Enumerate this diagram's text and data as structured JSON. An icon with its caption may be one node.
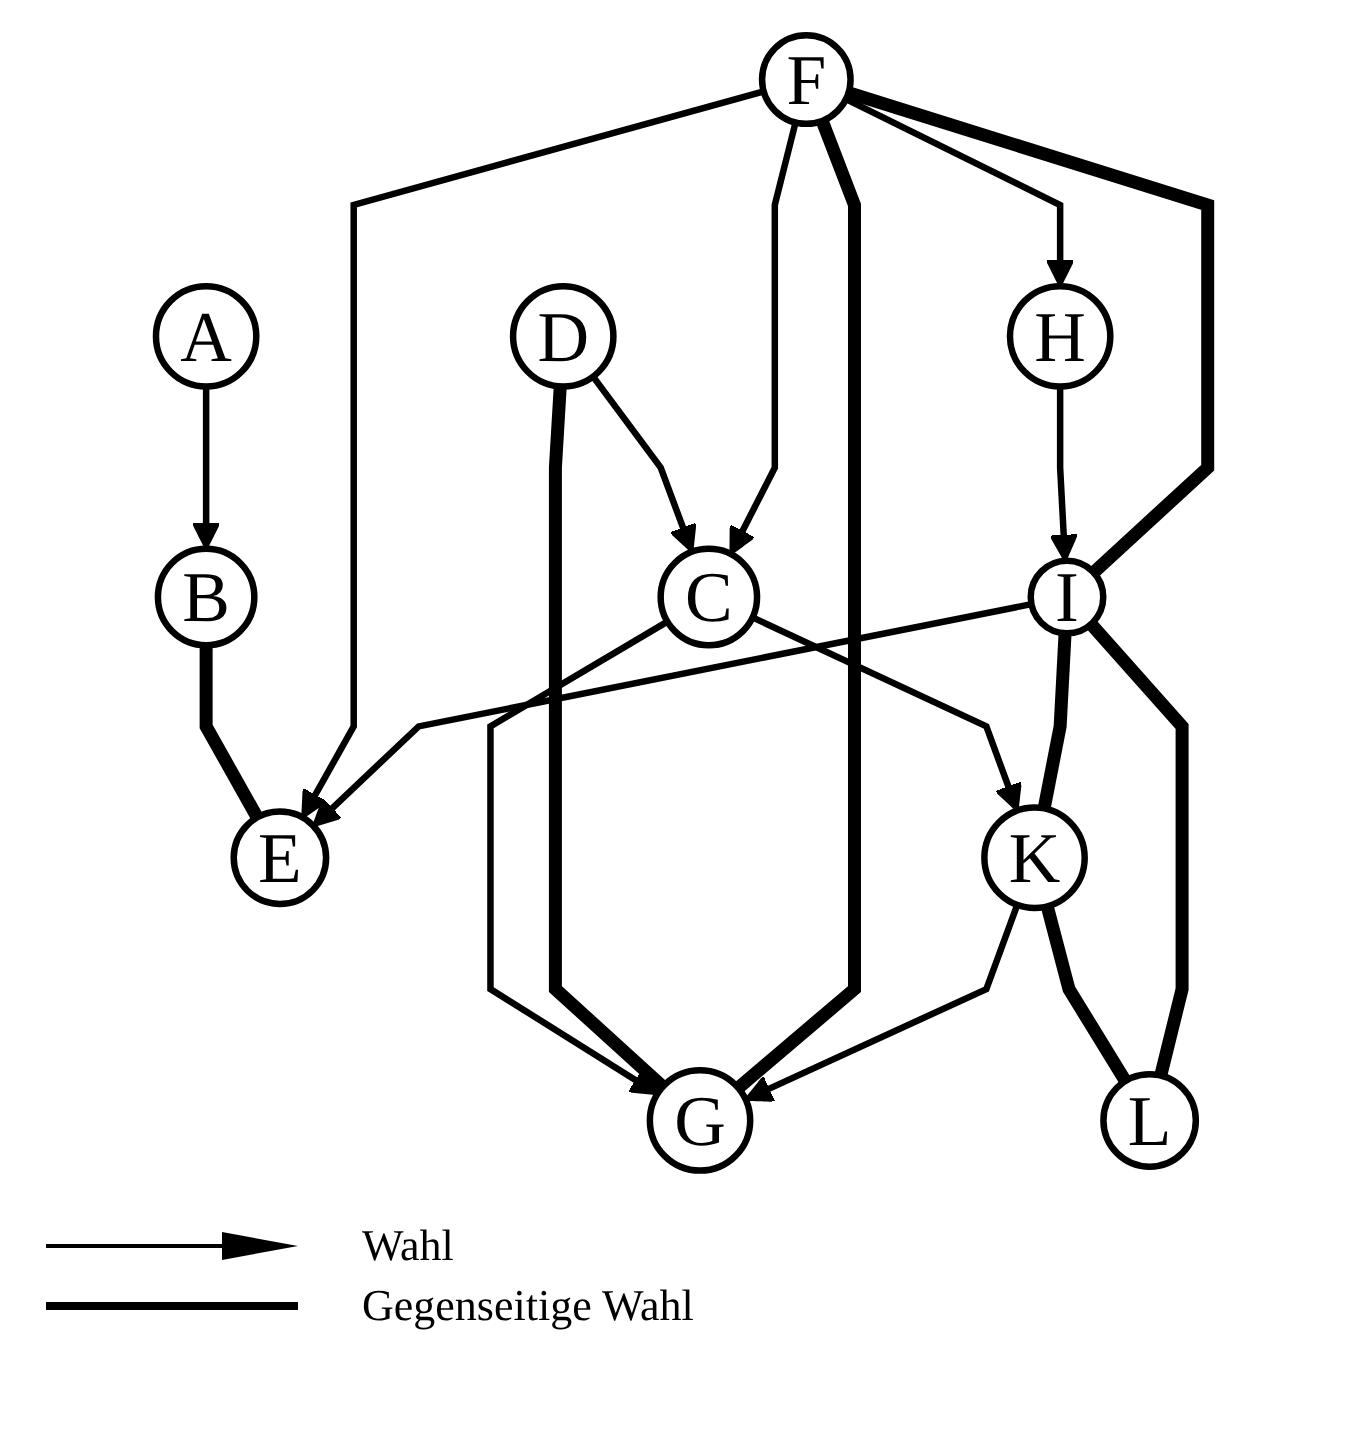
{
  "diagram": {
    "nodes": [
      {
        "text": [
          "A"
        ]
      },
      {
        "text": [
          "B"
        ]
      },
      {
        "text": [
          "C"
        ]
      },
      {
        "text": [
          "D"
        ]
      },
      {
        "text": [
          "E"
        ]
      },
      {
        "text": [
          "F"
        ]
      },
      {
        "text": [
          "G"
        ]
      },
      {
        "text": [
          "H"
        ]
      },
      {
        "text": [
          "I"
        ]
      },
      {
        "text": [
          "K"
        ]
      },
      {
        "text": [
          "L"
        ]
      }
    ],
    "edges": [
      {
        "from": 0,
        "to": 1,
        "arrow": "to"
      },
      {
        "from": 1,
        "to": 4,
        "arrow": "none",
        "style": "thick"
      },
      {
        "from": 3,
        "to": 2,
        "arrow": "to"
      },
      {
        "from": 2,
        "to": 6,
        "arrow": "to"
      },
      {
        "from": 3,
        "to": 6,
        "arrow": "none",
        "style": "thick"
      },
      {
        "from": 2,
        "to": 9,
        "arrow": "to"
      },
      {
        "from": 5,
        "to": 2,
        "arrow": "to"
      },
      {
        "from": 5,
        "to": 4,
        "arrow": "to"
      },
      {
        "from": 5,
        "to": 6,
        "arrow": "none",
        "style": "thick"
      },
      {
        "from": 5,
        "to": 7,
        "arrow": "to"
      },
      {
        "from": 8,
        "to": 4,
        "arrow": "to"
      },
      {
        "from": 7,
        "to": 8,
        "arrow": "to"
      },
      {
        "from": 5,
        "to": 8,
        "arrow": "none",
        "style": "thick"
      },
      {
        "from": 8,
        "to": 9,
        "arrow": "none",
        "style": "thick"
      },
      {
        "from": 9,
        "to": 6,
        "arrow": "to"
      },
      {
        "from": 9,
        "to": 10,
        "arrow": "none",
        "style": "thick"
      },
      {
        "from": 8,
        "to": 10,
        "arrow": "none",
        "style": "thick"
      }
    ],
    "legend": [
      {
        "text": "Wahl"
      },
      {
        "text": "Gegenseitige Wahl"
      }
    ]
  }
}
